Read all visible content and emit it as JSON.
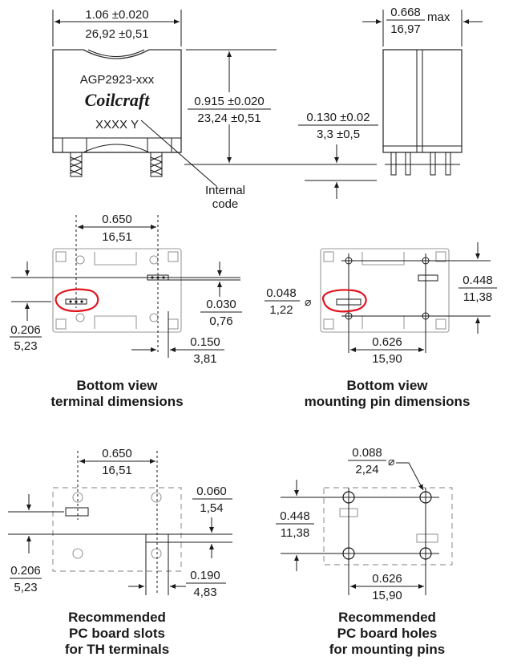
{
  "colors": {
    "line": "#1a1a1a",
    "highlight": "#e0141e",
    "pad_outline": "#aaaaaa"
  },
  "top_views": {
    "width_in": "1.06 ±0.020",
    "width_mm": "26,92 ±0,51",
    "depth_in": "0.668",
    "depth_mm": "16,97",
    "depth_suffix": "max",
    "height_in": "0.915 ±0.020",
    "height_mm": "23,24 ±0,51",
    "standoff_in": "0.130 ±0.02",
    "standoff_mm": "3,3 ±0,5",
    "part_number": "AGP2923-xxx",
    "logo_text": "Coilcraft",
    "date_code": "XXXX Y",
    "internal_code_line1": "Internal",
    "internal_code_line2": "code"
  },
  "bottom_view_terminal": {
    "spacing_in": "0.650",
    "spacing_mm": "16,51",
    "terminal_width_in": "0.030",
    "terminal_width_mm": "0,76",
    "offset_in": "0.206",
    "offset_mm": "5,23",
    "edge_in": "0.150",
    "edge_mm": "3,81",
    "caption_line1": "Bottom view",
    "caption_line2": "terminal dimensions"
  },
  "bottom_view_mounting": {
    "pin_dia_in": "0.048",
    "pin_dia_mm": "1,22",
    "row_spacing_in": "0.448",
    "row_spacing_mm": "11,38",
    "col_spacing_in": "0.626",
    "col_spacing_mm": "15,90",
    "caption_line1": "Bottom view",
    "caption_line2": "mounting pin dimensions"
  },
  "pcb_slots": {
    "spacing_in": "0.650",
    "spacing_mm": "16,51",
    "slot_width_in": "0.060",
    "slot_width_mm": "1,54",
    "offset_in": "0.206",
    "offset_mm": "5,23",
    "edge_in": "0.190",
    "edge_mm": "4,83",
    "caption_line1": "Recommended",
    "caption_line2": "PC board slots",
    "caption_line3": "for TH terminals"
  },
  "pcb_holes": {
    "hole_dia_in": "0.088",
    "hole_dia_mm": "2,24",
    "row_spacing_in": "0.448",
    "row_spacing_mm": "11,38",
    "col_spacing_in": "0.626",
    "col_spacing_mm": "15,90",
    "caption_line1": "Recommended",
    "caption_line2": "PC board holes",
    "caption_line3": "for mounting pins"
  },
  "diameter_symbol": "⌀"
}
